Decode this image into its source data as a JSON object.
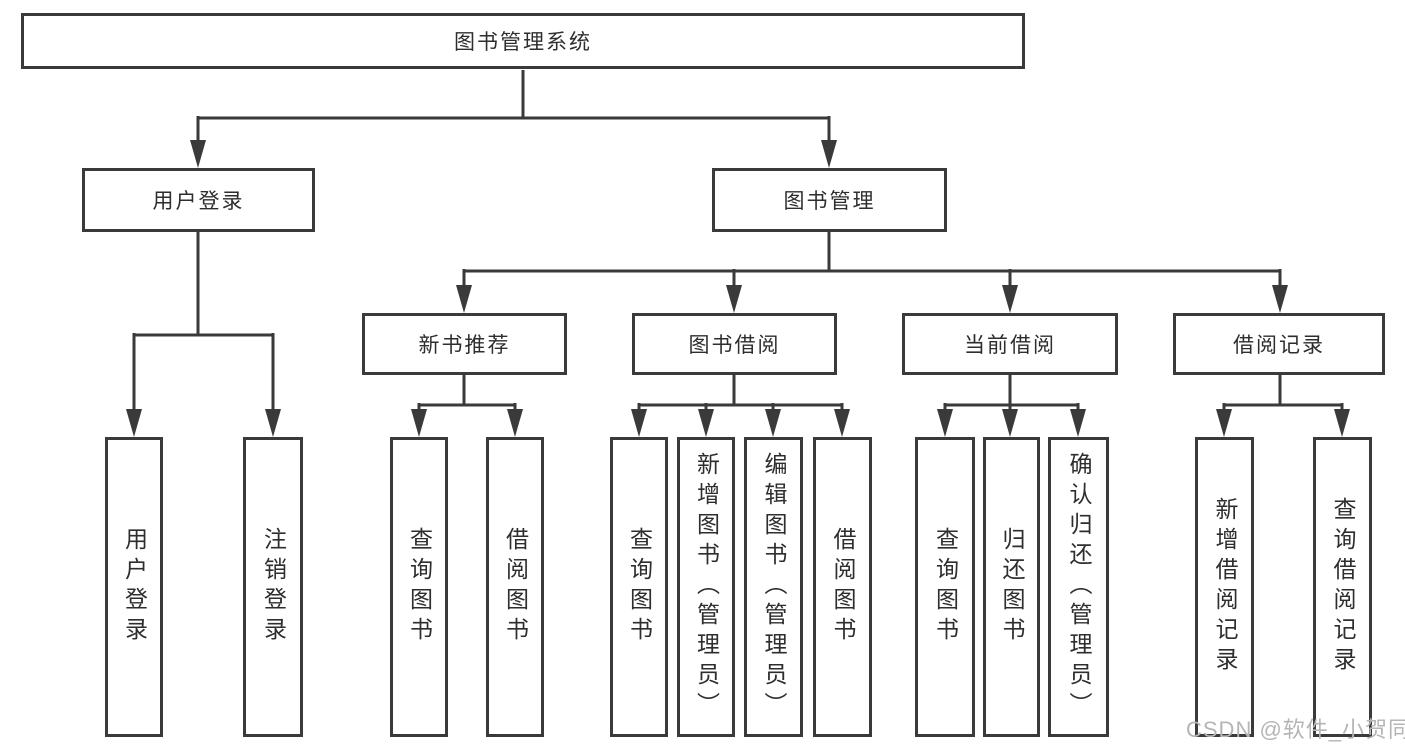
{
  "tree": {
    "root": "图书管理系统",
    "branches": [
      {
        "label": "用户登录",
        "children": [
          "用户登录",
          "注销登录"
        ]
      },
      {
        "label": "图书管理",
        "modules": [
          {
            "label": "新书推荐",
            "children": [
              "查询图书",
              "借阅图书"
            ]
          },
          {
            "label": "图书借阅",
            "children": [
              "查询图书",
              "新增图书（管理员）",
              "编辑图书（管理员）",
              "借阅图书"
            ]
          },
          {
            "label": "当前借阅",
            "children": [
              "查询图书",
              "归还图书",
              "确认归还（管理员）"
            ]
          },
          {
            "label": "借阅记录",
            "children": [
              "新增借阅记录",
              "查询借阅记录"
            ]
          }
        ]
      }
    ]
  },
  "watermark": {
    "text": "CSDN @软件_小贺同学"
  },
  "colors": {
    "line": "#3a3a3a",
    "text": "#2e2e2e",
    "watermark": "#b5b5b5",
    "background": "#ffffff"
  }
}
